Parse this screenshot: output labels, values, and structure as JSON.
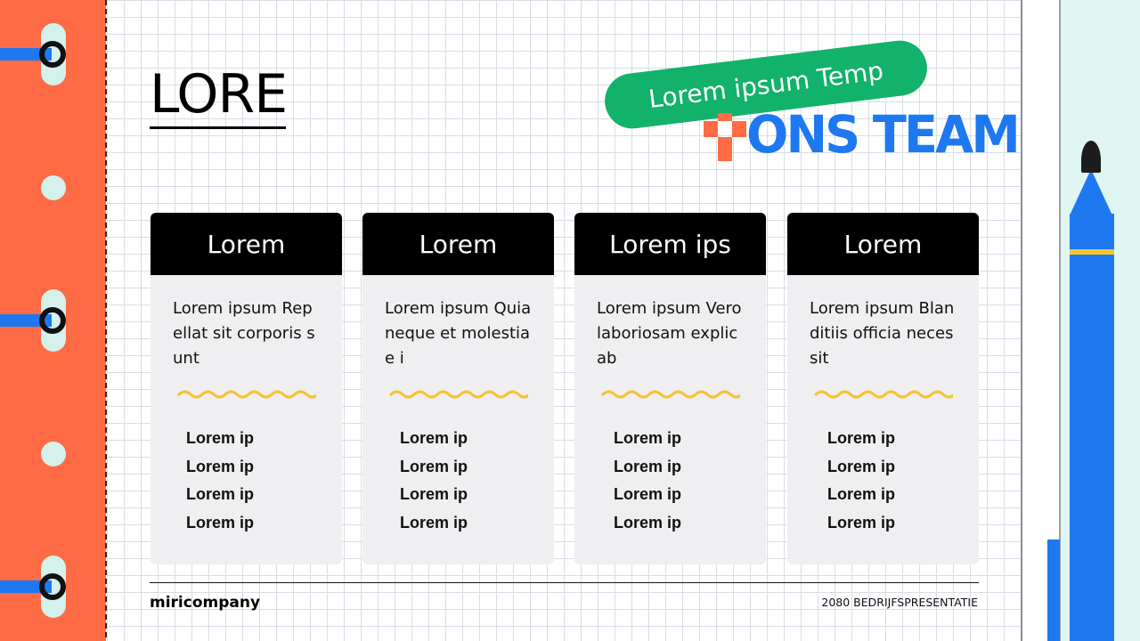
{
  "title": "LORE",
  "badge": {
    "pill_text": "Lorem ipsum Temp",
    "team_text": "ONS TEAM"
  },
  "cards": [
    {
      "heading": "Lorem",
      "description": "Lorem ipsum Rep ellat sit corporis s unt",
      "items": [
        "Lorem ip",
        "Lorem ip",
        "Lorem ip",
        "Lorem ip"
      ]
    },
    {
      "heading": "Lorem",
      "description": "Lorem ipsum Quia neque et molestia e i",
      "items": [
        "Lorem ip",
        "Lorem ip",
        "Lorem ip",
        "Lorem ip"
      ]
    },
    {
      "heading": "Lorem ips",
      "description": "Lorem ipsum Vero laboriosam explic ab",
      "items": [
        "Lorem ip",
        "Lorem ip",
        "Lorem ip",
        "Lorem ip"
      ]
    },
    {
      "heading": "Lorem",
      "description": "Lorem ipsum Blan ditiis officia neces sit",
      "items": [
        "Lorem ip",
        "Lorem ip",
        "Lorem ip",
        "Lorem ip"
      ]
    }
  ],
  "footer": {
    "brand": "miricompany",
    "tagline": "2080 BEDRIJFSPRESENTATIE"
  },
  "colors": {
    "binder": "#ff6b45",
    "accent_blue": "#1e78f0",
    "accent_green": "#12b26b",
    "wavy_yellow": "#f4c430",
    "mint": "#dff5f1"
  }
}
